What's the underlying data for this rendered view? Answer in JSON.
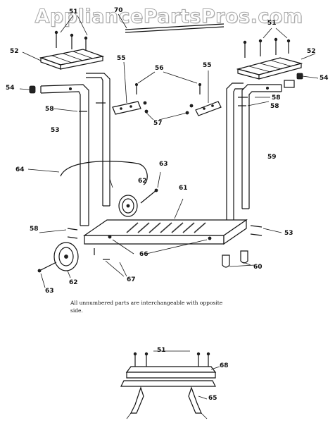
{
  "watermark": "AppliancePartsPros.com",
  "note": "All unnumbered parts are interchangeable with opposite side.",
  "callouts": {
    "c51_top": "51",
    "c70": "70",
    "c51_right": "51",
    "c52_left": "52",
    "c52_right": "52",
    "c54_left": "54",
    "c54_right": "54",
    "c55_left": "55",
    "c55_right": "55",
    "c56": "56",
    "c58_left": "58",
    "c58_right_top": "58",
    "c58_right_mid": "58",
    "c53_left": "53",
    "c57": "57",
    "c59": "59",
    "c64": "64",
    "c63_top": "63",
    "c62_top": "62",
    "c61": "61",
    "c58_low": "58",
    "c53_right": "53",
    "c66": "66",
    "c60": "60",
    "c67": "67",
    "c62_low": "62",
    "c63_low": "63",
    "c51_bottom": "51",
    "c68": "68",
    "c65": "65"
  }
}
